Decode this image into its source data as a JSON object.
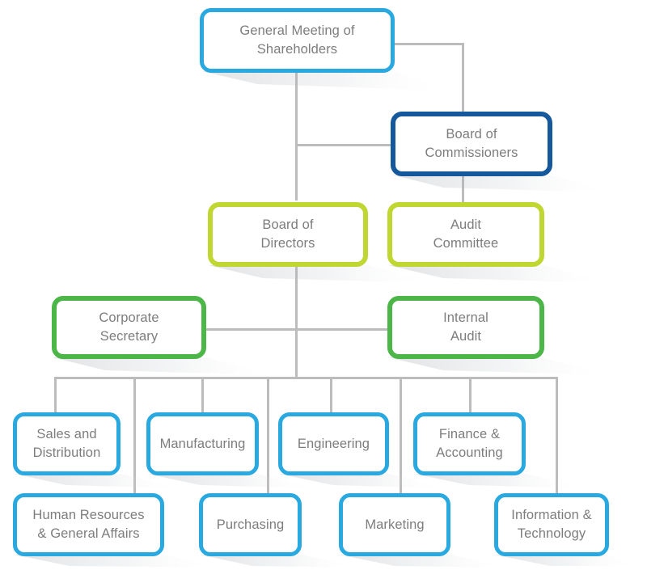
{
  "chart_data": {
    "type": "diagram",
    "diagram_kind": "organizational-chart",
    "title": "",
    "palette": {
      "sky_blue": "#29a9e0",
      "navy_blue": "#15599c",
      "lime_green": "#bfd730",
      "leaf_green": "#4cb648",
      "connector_gray": "#bcbcbc",
      "text_gray": "#7d7d7d",
      "background": "#ffffff"
    },
    "levels": [
      {
        "level": 1,
        "nodes": [
          "general-meeting-of-shareholders"
        ]
      },
      {
        "level": 2,
        "nodes": [
          "board-of-commissioners"
        ]
      },
      {
        "level": 3,
        "nodes": [
          "board-of-directors",
          "audit-committee"
        ]
      },
      {
        "level": 4,
        "nodes": [
          "corporate-secretary",
          "internal-audit"
        ]
      },
      {
        "level": 5,
        "nodes": [
          "sales-and-distribution",
          "manufacturing",
          "engineering",
          "finance-accounting"
        ]
      },
      {
        "level": 6,
        "nodes": [
          "human-resources-general-affairs",
          "purchasing",
          "marketing",
          "information-technology"
        ]
      }
    ],
    "edges": [
      {
        "from": "general-meeting-of-shareholders",
        "to": "board-of-commissioners"
      },
      {
        "from": "general-meeting-of-shareholders",
        "to": "board-of-directors"
      },
      {
        "from": "board-of-commissioners",
        "to": "audit-committee"
      },
      {
        "from": "board-of-directors",
        "to": "corporate-secretary"
      },
      {
        "from": "board-of-directors",
        "to": "internal-audit"
      },
      {
        "from": "board-of-directors",
        "to": "sales-and-distribution"
      },
      {
        "from": "board-of-directors",
        "to": "manufacturing"
      },
      {
        "from": "board-of-directors",
        "to": "engineering"
      },
      {
        "from": "board-of-directors",
        "to": "finance-accounting"
      },
      {
        "from": "board-of-directors",
        "to": "human-resources-general-affairs"
      },
      {
        "from": "board-of-directors",
        "to": "purchasing"
      },
      {
        "from": "board-of-directors",
        "to": "marketing"
      },
      {
        "from": "board-of-directors",
        "to": "information-technology"
      }
    ]
  },
  "nodes": {
    "general_meeting": {
      "label": "General Meeting of\nShareholders",
      "color": "#29a9e0"
    },
    "board_of_commissioners": {
      "label": "Board of\nCommissioners",
      "color": "#15599c"
    },
    "board_of_directors": {
      "label": "Board of\nDirectors",
      "color": "#bfd730"
    },
    "audit_committee": {
      "label": "Audit\nCommittee",
      "color": "#bfd730"
    },
    "corporate_secretary": {
      "label": "Corporate\nSecretary",
      "color": "#4cb648"
    },
    "internal_audit": {
      "label": "Internal\nAudit",
      "color": "#4cb648"
    },
    "sales_and_distribution": {
      "label": "Sales and\nDistribution",
      "color": "#29a9e0"
    },
    "manufacturing": {
      "label": "Manufacturing",
      "color": "#29a9e0"
    },
    "engineering": {
      "label": "Engineering",
      "color": "#29a9e0"
    },
    "finance_accounting": {
      "label": "Finance &\nAccounting",
      "color": "#29a9e0"
    },
    "human_resources": {
      "label": "Human Resources\n& General Affairs",
      "color": "#29a9e0"
    },
    "purchasing": {
      "label": "Purchasing",
      "color": "#29a9e0"
    },
    "marketing": {
      "label": "Marketing",
      "color": "#29a9e0"
    },
    "information_technology": {
      "label": "Information &\nTechnology",
      "color": "#29a9e0"
    }
  }
}
